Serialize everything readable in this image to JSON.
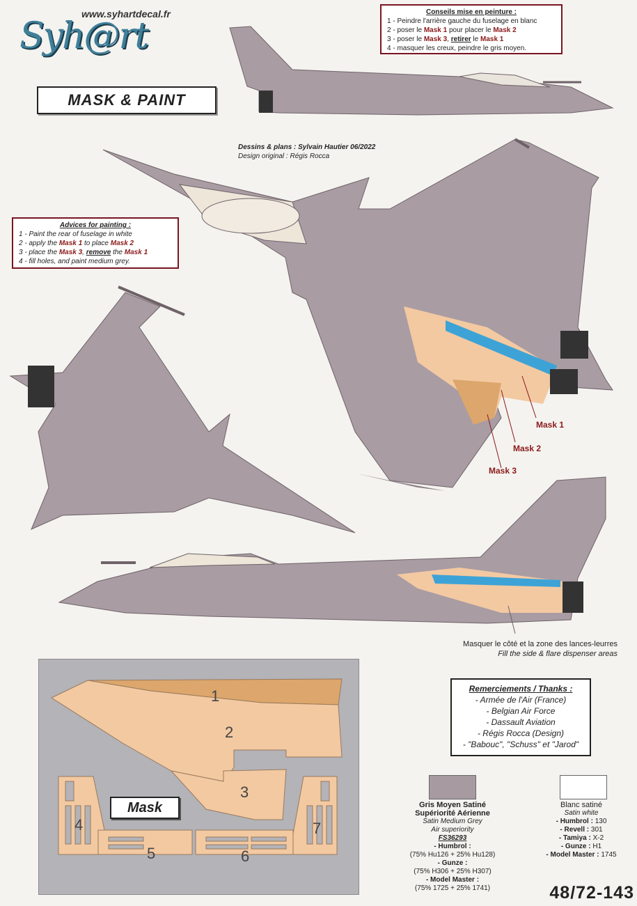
{
  "header": {
    "site_url": "www.syhartdecal.fr",
    "logo_text": "Syh@rt",
    "title": "MASK & PAINT"
  },
  "credits": {
    "line1": "Dessins & plans : Sylvain Hautier 06/2022",
    "line2": "Design original : Régis Rocca"
  },
  "advice_fr": {
    "title": "Conseils mise en peinture :",
    "items": [
      [
        "1 - Peindre l'arrière gauche du fuselage en blanc",
        "",
        "",
        "",
        "",
        ""
      ],
      [
        "2 - poser le ",
        "Mask 1",
        " pour placer le ",
        "Mask 2",
        "",
        ""
      ],
      [
        "3 - poser le ",
        "Mask 3",
        ", ",
        "retirer",
        " le ",
        "Mask 1"
      ],
      [
        "4 - masquer les creux, peindre le gris moyen.",
        "",
        "",
        "",
        "",
        ""
      ]
    ]
  },
  "advice_en": {
    "title": "Advices for painting :",
    "items": [
      [
        "1 - Paint the rear of fuselage in white",
        "",
        "",
        "",
        "",
        ""
      ],
      [
        "2 - apply the ",
        "Mask 1",
        " to place ",
        "Mask 2",
        "",
        ""
      ],
      [
        "3 - place the ",
        "Mask 3",
        ", ",
        "remove",
        " the ",
        "Mask 1"
      ],
      [
        "4 - fill holes, and paint medium grey.",
        "",
        "",
        "",
        "",
        ""
      ]
    ]
  },
  "callouts": {
    "mask1": "Mask 1",
    "mask2": "Mask 2",
    "mask3": "Mask 3"
  },
  "side_note": {
    "fr": "Masquer le côté et la zone des lances-leurres",
    "en": "Fill the side & flare dispenser areas"
  },
  "mask_sheet": {
    "label": "Mask",
    "numbers": [
      "1",
      "2",
      "3",
      "4",
      "5",
      "6",
      "7"
    ]
  },
  "thanks": {
    "title": "Remerciements / Thanks :",
    "items": [
      "Armée de l'Air (France)",
      "Belgian Air Force",
      "Dassault Aviation",
      "Régis Rocca (Design)",
      "\"Babouc\", \"Schuss\" et \"Jarod\""
    ]
  },
  "swatch_grey": {
    "color": "#a89aa1",
    "name1": "Gris Moyen Satiné",
    "name2": "Supériorité Aérienne",
    "en1": "Satin Medium Grey",
    "en2": "Air superiority",
    "fs": "FS36293",
    "humbrol_label": "- Humbrol :",
    "humbrol_val": "(75% Hu126 + 25% Hu128)",
    "gunze_label": "- Gunze :",
    "gunze_val": "(75% H306 + 25% H307)",
    "mm_label": "- Model Master :",
    "mm_val": "(75% 1725 + 25% 1741)"
  },
  "swatch_white": {
    "color": "#ffffff",
    "name": "Blanc satiné",
    "en": "Satin white",
    "rows": [
      [
        "- Humbrol :",
        " 130"
      ],
      [
        "- Revell :",
        " 301"
      ],
      [
        "- Tamiya :",
        " X-2"
      ],
      [
        "- Gunze :",
        " H1"
      ],
      [
        "- Model Master :",
        " 1745"
      ]
    ]
  },
  "product_code": "48/72-143",
  "colors": {
    "airframe": "#a99ca3",
    "airframe_dark": "#8e8088",
    "mask_light": "#f3c9a2",
    "mask_dark": "#dca66c",
    "blue": "#3da3d6",
    "accent_red": "#8b1a1a"
  }
}
